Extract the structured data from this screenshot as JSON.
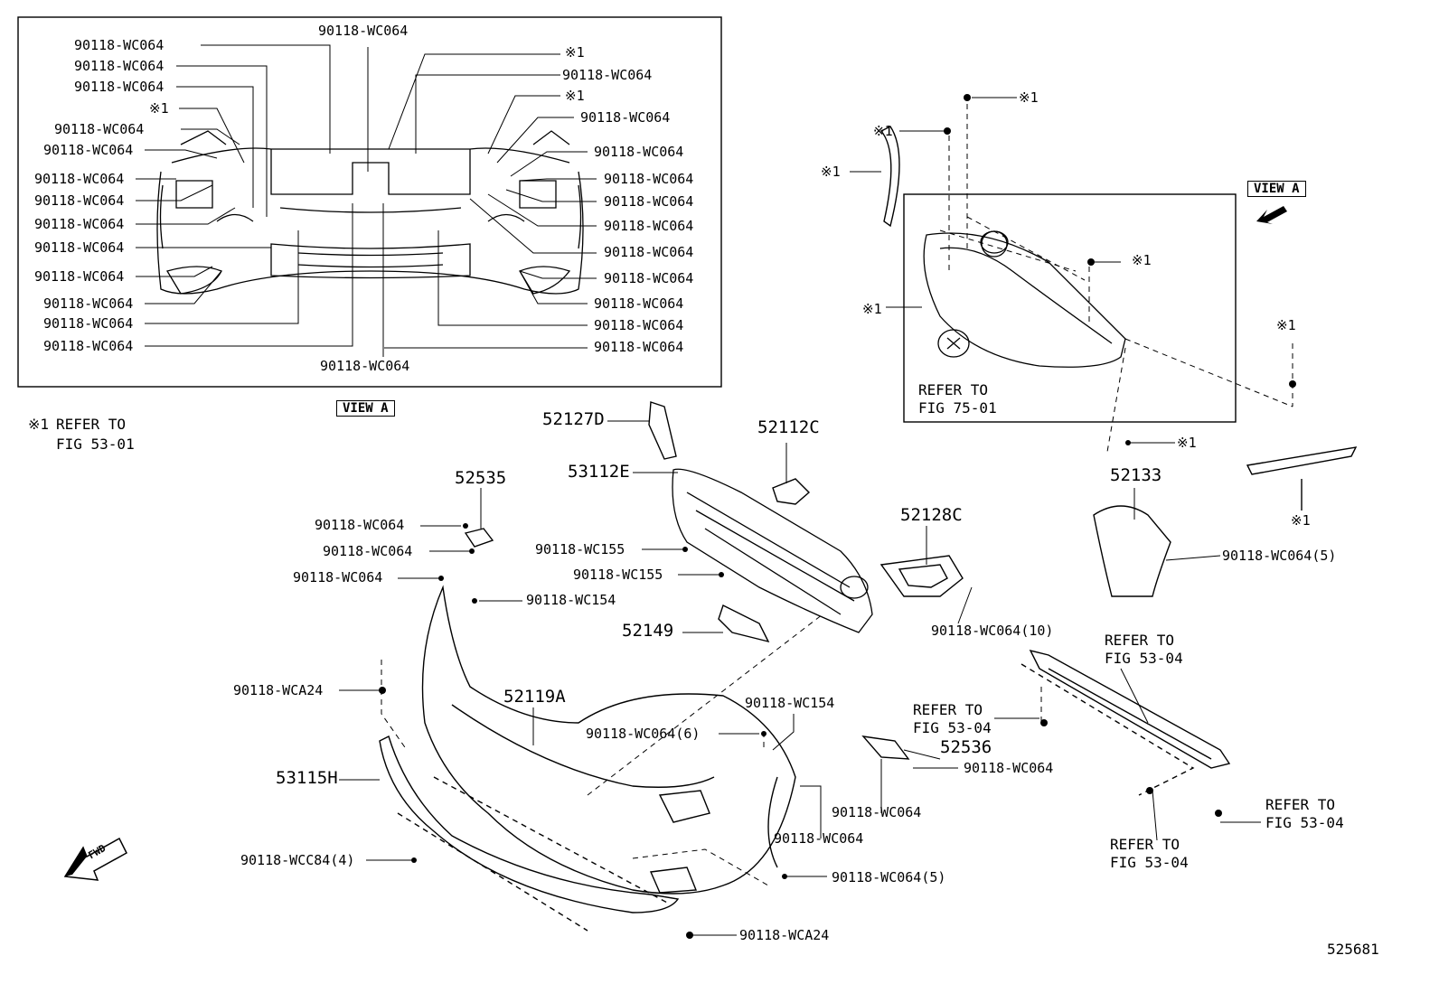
{
  "view_a_tag": "VIEW A",
  "refer_note": {
    "mark": "※1",
    "line1": "REFER TO",
    "line2": "FIG 53-01"
  },
  "parts": {
    "p52127D": "52127D",
    "p53112E": "53112E",
    "p52112C": "52112C",
    "p52535": "52535",
    "p52128C": "52128C",
    "p52133": "52133",
    "p52149": "52149",
    "p52119A": "52119A",
    "p53115H": "53115H",
    "p52536": "52536"
  },
  "fasteners": {
    "wc064": "90118-WC064",
    "wc155": "90118-WC155",
    "wc154": "90118-WC154",
    "wca24": "90118-WCA24",
    "wc064_5": "90118-WC064(5)",
    "wc064_6": "90118-WC064(6)",
    "wc064_10": "90118-WC064(10)",
    "wcc84_4": "90118-WCC84(4)"
  },
  "marks": {
    "x1": "※1"
  },
  "refs": {
    "fig75": "REFER TO\nFIG 75-01",
    "fig53_04": "REFER TO\nFIG 53-04"
  },
  "fwd_arrow": "FWD",
  "figure_id": "525681"
}
